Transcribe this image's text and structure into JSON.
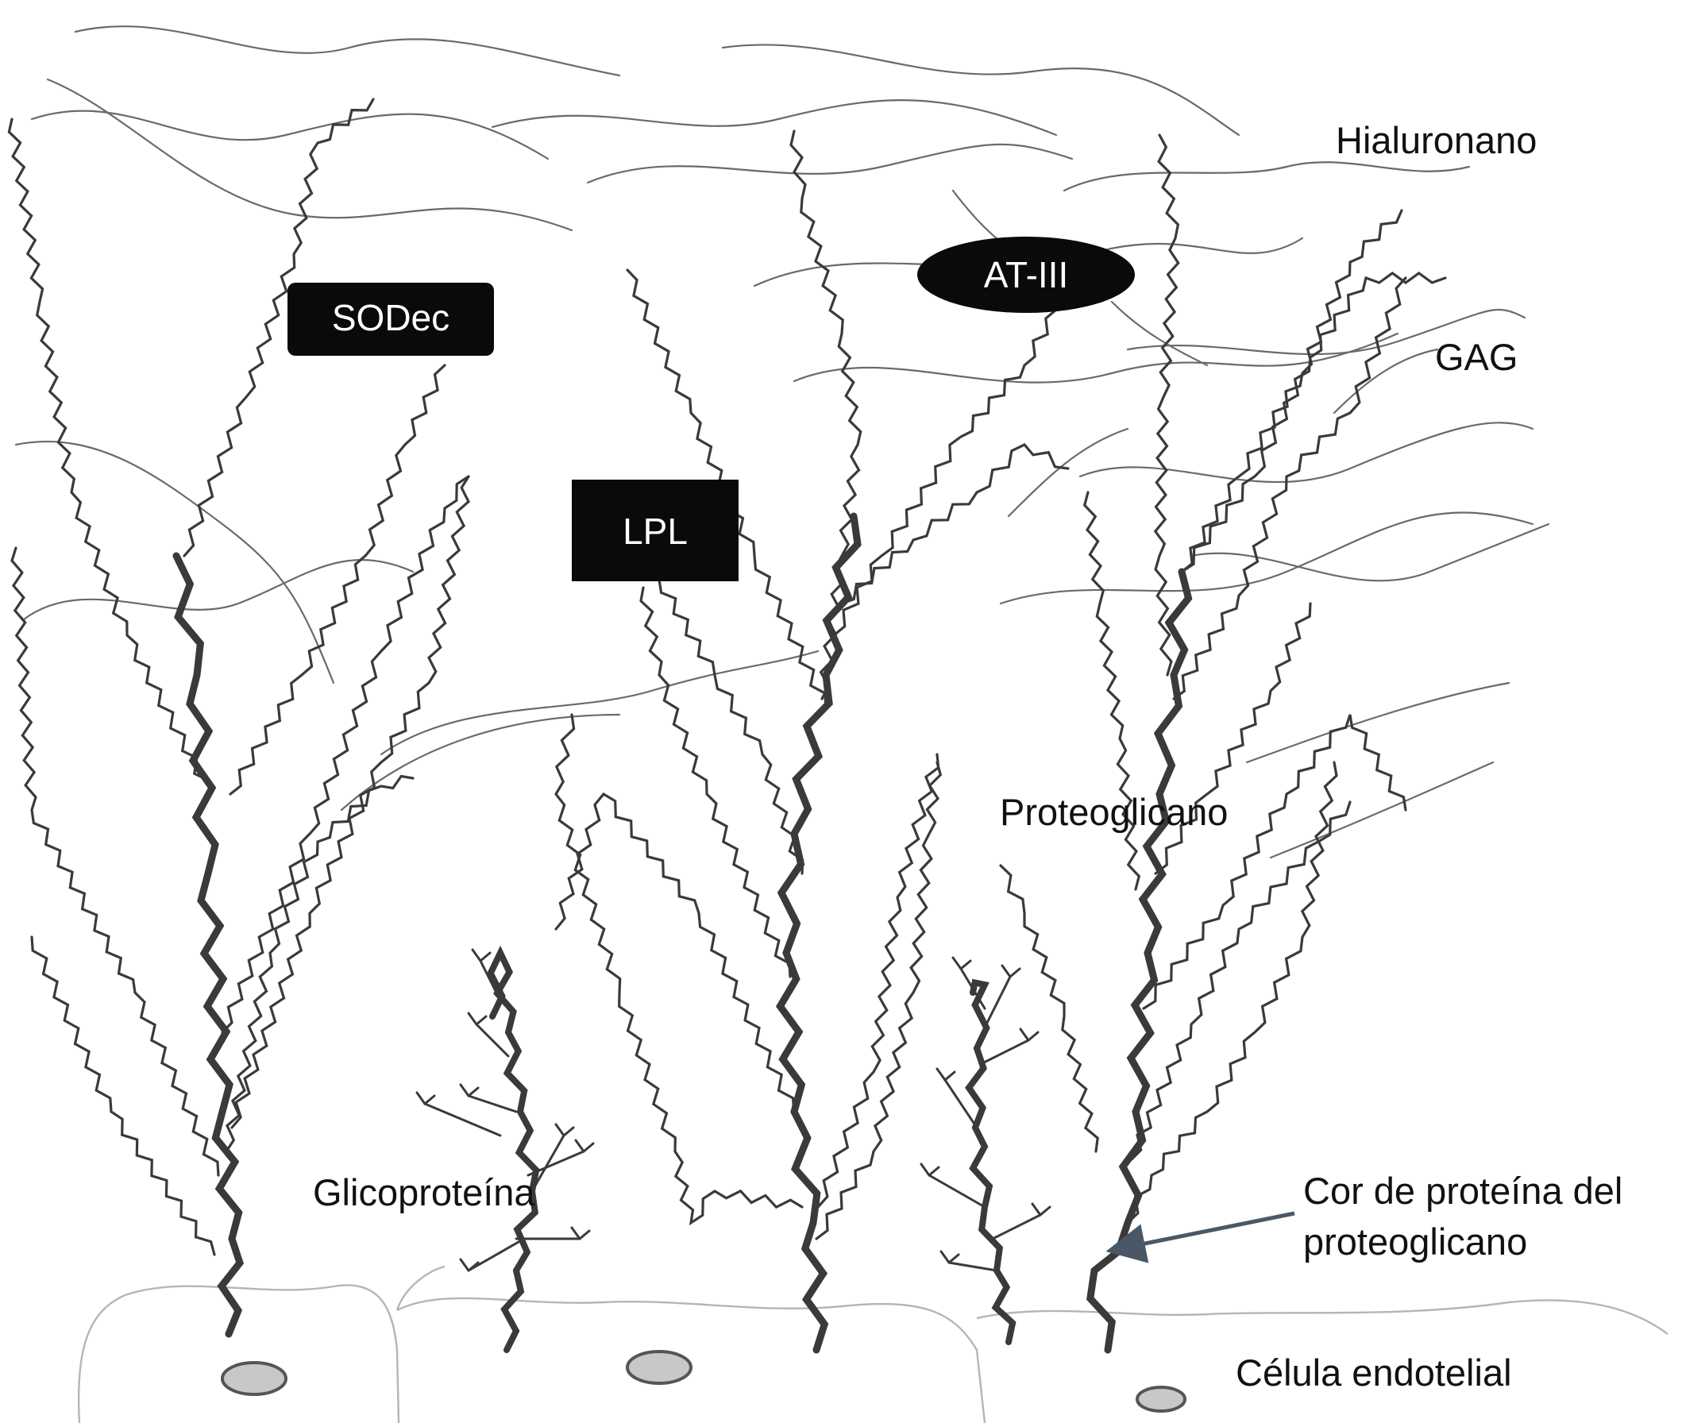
{
  "labels": {
    "hyaluronan": "Hialuronano",
    "gag": "GAG",
    "proteoglycan": "Proteoglicano",
    "glycoprotein": "Glicoproteína",
    "core_protein_line1": "Cor de proteína del",
    "core_protein_line2": "proteoglicano",
    "endothelial_cell": "Célula endotelial"
  },
  "molecules": {
    "sodec": "SODec",
    "lpl": "LPL",
    "at3": "AT-III"
  },
  "colors": {
    "background": "#ffffff",
    "strand": "#3a3a3a",
    "hyaluronan": "#6a6a6a",
    "cell_outline": "#b5b5b5",
    "tag_fill": "#0a0a0a",
    "tag_text": "#ffffff",
    "arrow": "#4a5866",
    "nucleus_fill": "#c8c8c8"
  },
  "icons": {
    "arrow": "arrow-left-icon",
    "nucleus": "cell-nucleus-icon"
  }
}
